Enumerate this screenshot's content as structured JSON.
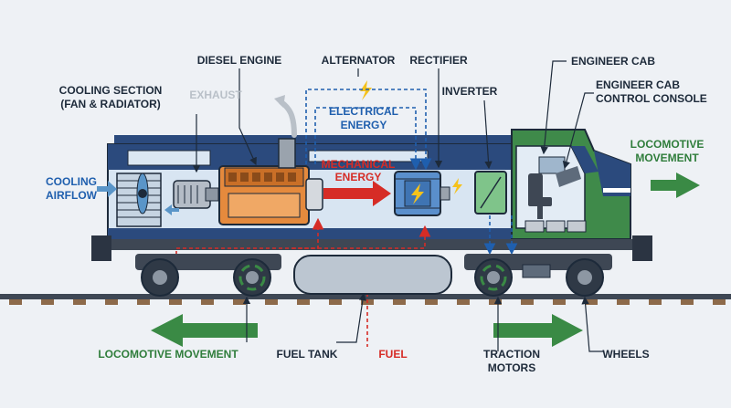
{
  "labels": {
    "diesel_engine": "DIESEL ENGINE",
    "alternator": "ALTERNATOR",
    "rectifier": "RECTIFIER",
    "engineer_cab": "ENGINEER CAB",
    "cooling_section_1": "COOLING SECTION",
    "cooling_section_2": "(FAN & RADIATOR)",
    "exhaust": "EXHAUST",
    "inverter": "INVERTER",
    "console_1": "ENGINEER CAB",
    "console_2": "CONTROL CONSOLE",
    "electrical_1": "ELECTRICAL",
    "electrical_2": "ENERGY",
    "mechanical_1": "MECHANICAL",
    "mechanical_2": "ENERGY",
    "cooling_airflow_1": "COOLING",
    "cooling_airflow_2": "AIRFLOW",
    "loco_move_right_1": "LOCOMOTIVE",
    "loco_move_right_2": "MOVEMENT",
    "loco_move_left": "LOCOMOTIVE MOVEMENT",
    "fuel_tank": "FUEL TANK",
    "fuel": "FUEL",
    "traction_1": "TRACTION",
    "traction_2": "MOTORS",
    "wheels": "WHEELS"
  },
  "colors": {
    "body_navy": "#2b4a7d",
    "cab_green": "#3f8a4a",
    "engine_orange": "#e58a3d",
    "electrical_blue": "#1f5fae",
    "fuel_red": "#d62c26",
    "movement_green": "#3a8a45"
  },
  "icons": [
    "lightning-icon",
    "fan-icon",
    "seat-icon"
  ]
}
